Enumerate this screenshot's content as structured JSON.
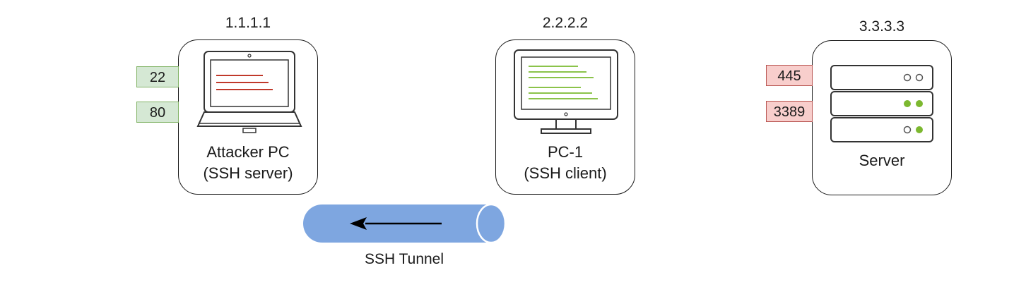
{
  "nodes": {
    "attacker": {
      "ip": "1.1.1.1",
      "name": "Attacker PC",
      "role": "(SSH server)",
      "ports": [
        "22",
        "80"
      ],
      "icon": "laptop-icon"
    },
    "pc1": {
      "ip": "2.2.2.2",
      "name": "PC-1",
      "role": "(SSH client)",
      "icon": "monitor-icon"
    },
    "server": {
      "ip": "3.3.3.3",
      "name": "Server",
      "ports": [
        "445",
        "3389"
      ],
      "icon": "server-rack-icon"
    }
  },
  "tunnel": {
    "label": "SSH Tunnel",
    "direction": "left",
    "color": "#7ea6e0"
  },
  "colors": {
    "open_port_fill": "#d5e8d4",
    "open_port_border": "#82b366",
    "closed_port_fill": "#f8cecc",
    "closed_port_border": "#b85450",
    "attacker_screen_lines": "#c0392b",
    "client_screen_lines": "#8bc34a",
    "server_leds": "#7cb82f"
  }
}
